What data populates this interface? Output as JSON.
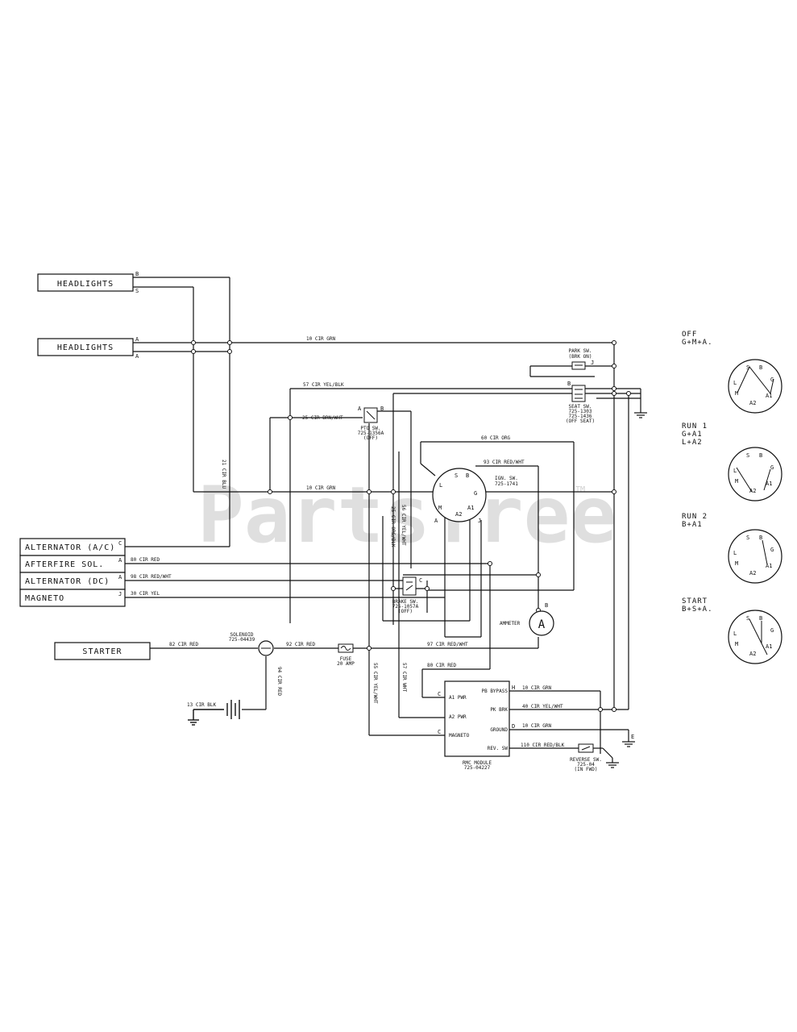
{
  "watermark": {
    "text": "PartsTree",
    "tm": "TM"
  },
  "components": {
    "headlights_1": {
      "label": "HEADLIGHTS",
      "pin_top": "B",
      "pin_bottom": "S"
    },
    "headlights_2": {
      "label": "HEADLIGHTS",
      "pin_top": "A",
      "pin_bottom": "A"
    },
    "alt_ac": {
      "label": "ALTERNATOR (A/C)",
      "pin": "C"
    },
    "afterfire": {
      "label": "AFTERFIRE SOL.",
      "pin": "A"
    },
    "alt_dc": {
      "label": "ALTERNATOR (DC)",
      "pin": "A"
    },
    "magneto": {
      "label": "MAGNETO",
      "pin": "J"
    },
    "starter": {
      "label": "STARTER"
    },
    "park_sw": {
      "line1": "PARK SW.",
      "line2": "(BRK ON)",
      "pin": "J"
    },
    "seat_sw": {
      "line1": "SEAT SW.",
      "line2": "725-1303",
      "line3": "725-1436",
      "line4": "(OFF SEAT)",
      "pin": "B"
    },
    "pto_sw": {
      "line1": "PTO SW.",
      "line2": "725-1356A",
      "line3": "(OFF)",
      "pin_a": "A",
      "pin_b": "B"
    },
    "ign_sw": {
      "line1": "IGN. SW.",
      "line2": "725-1741",
      "t_l": "L",
      "t_s": "S",
      "t_g": "G",
      "t_m": "M",
      "t_a1": "A1",
      "t_a2": "A2",
      "t_b": "B",
      "t_a": "A",
      "t_j": "J"
    },
    "brake_sw": {
      "line1": "BRAKE SW.",
      "line2": "725-1057A",
      "line3": "(OFF)",
      "pin": "C"
    },
    "ammeter": {
      "label": "AMMETER",
      "symbol": "A",
      "pin": "B"
    },
    "solenoid": {
      "line1": "SOLENOID",
      "line2": "725-04439"
    },
    "fuse": {
      "line1": "FUSE",
      "line2": "20 AMP"
    },
    "battery_wire": "13 CIR BLK",
    "rmc": {
      "line1": "RMC MODULE",
      "line2": "725-04227",
      "a1": "A1 PWR",
      "a2": "A2 PWR",
      "mag": "MAGNETO",
      "bypass": "PB BYPASS",
      "pk": "PK BRK",
      "ground": "GROUND",
      "rev": "REV. SW",
      "p_c1": "C",
      "p_c2": "C",
      "p_h": "H",
      "p_d": "D"
    },
    "reverse_sw": {
      "line1": "REVERSE SW.",
      "line2": "725-04",
      "line3": "(IN FWD)"
    },
    "ground_e": "E"
  },
  "wires": {
    "w_top_10": "10 CIR GRN",
    "w_57": "57 CIR YEL/BLK",
    "w_25": "25 CIR BRN/WHT",
    "w_60": "60 CIR ORG",
    "w_93": "93 CIR RED/WHT",
    "w_10b": "10 CIR GRN",
    "w_80": "80 CIR RED",
    "w_98": "98 CIR RED/WHT",
    "w_30": "30 CIR YEL",
    "w_vert_21": "21 CIR BLU",
    "w_vert_25": "25 CIR ORG/BLK",
    "w_vert_56": "56 CIR YEL/WHT",
    "w_82": "82 CIR RED",
    "w_92": "92 CIR RED",
    "w_94": "94 CIR RED",
    "w_97": "97 CIR RED/WHT",
    "w_80b": "80 CIR RED",
    "w_vert_55": "55 CIR YEL/WHT",
    "w_vert_57": "57 CIR WHT",
    "w_rmc_10a": "10 CIR GRN",
    "w_rmc_40": "40 CIR YEL/WHT",
    "w_rmc_10b": "10 CIR GRN",
    "w_rmc_110": "110 CIR RED/BLK"
  },
  "positions": [
    {
      "title": "OFF",
      "combo": "G+M+A.",
      "terms": {
        "l": "L",
        "s": "S",
        "b": "B",
        "g": "G",
        "m": "M",
        "a2": "A2",
        "a1": "A1"
      }
    },
    {
      "title": "RUN 1",
      "combo": "G+A1",
      "combo2": "L+A2",
      "terms": {
        "l": "L",
        "s": "S",
        "b": "B",
        "g": "G",
        "m": "M",
        "a2": "A2",
        "a1": "A1"
      }
    },
    {
      "title": "RUN 2",
      "combo": "B+A1",
      "terms": {
        "l": "L",
        "s": "S",
        "b": "B",
        "g": "G",
        "m": "M",
        "a2": "A2",
        "a1": "A1"
      }
    },
    {
      "title": "START",
      "combo": "B+S+A.",
      "terms": {
        "l": "L",
        "s": "S",
        "b": "B",
        "g": "G",
        "m": "M",
        "a2": "A2",
        "a1": "A1"
      }
    }
  ]
}
